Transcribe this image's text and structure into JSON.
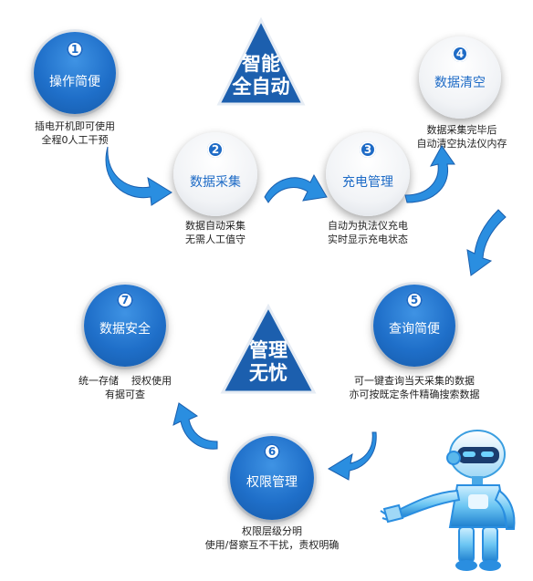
{
  "triangles": {
    "top": {
      "line1": "智能",
      "line2": "全自动"
    },
    "middle": {
      "line1": "管理",
      "line2": "无忧"
    }
  },
  "steps": [
    {
      "num": "1",
      "label": "操作简便",
      "desc1": "插电开机即可使用",
      "desc2": "全程0人工干预"
    },
    {
      "num": "2",
      "label": "数据采集",
      "desc1": "数据自动采集",
      "desc2": "无需人工值守"
    },
    {
      "num": "3",
      "label": "充电管理",
      "desc1": "自动为执法仪充电",
      "desc2": "实时显示充电状态"
    },
    {
      "num": "4",
      "label": "数据清空",
      "desc1": "数据采集完毕后",
      "desc2": "自动清空执法仪内存"
    },
    {
      "num": "5",
      "label": "查询简便",
      "desc1": "可一键查询当天采集的数据",
      "desc2": "亦可按既定条件精确搜索数据"
    },
    {
      "num": "6",
      "label": "权限管理",
      "desc1": "权限层级分明",
      "desc2": "使用/督察互不干扰，责权明确"
    },
    {
      "num": "7",
      "label": "数据安全",
      "desc1": "统一存储    授权使用",
      "desc2": "有据可查"
    }
  ],
  "colors": {
    "primary": "#1e6bc6",
    "triangle": "#1c5fae",
    "arrow": "#2a8ee0"
  },
  "icons": {
    "arrow": "curved-arrow-icon",
    "robot": "robot-illustration"
  }
}
